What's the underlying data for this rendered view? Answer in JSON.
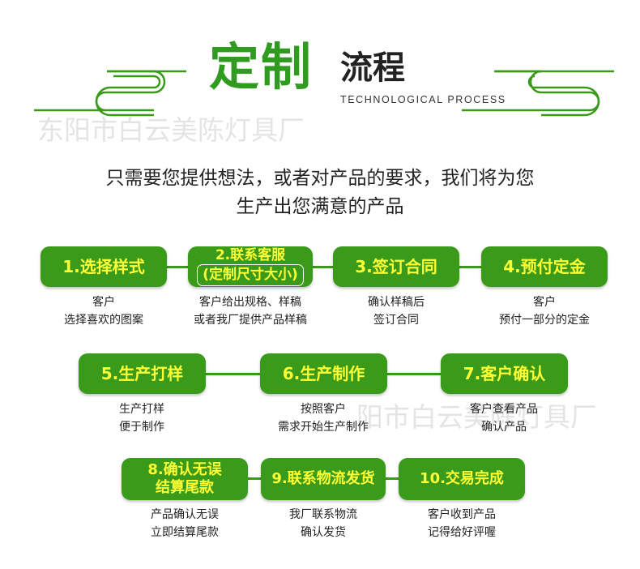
{
  "header": {
    "title_main": "定制",
    "title_sub": "流程",
    "title_en": "TECHNOLOGICAL PROCESS"
  },
  "watermark": {
    "top": "东阳市白云美陈灯具厂",
    "mid": "阳市白云美陈灯具厂"
  },
  "intro": {
    "line1": "只需要您提供想法，或者对产品的要求，我们将为您",
    "line2": "生产出您满意的产品"
  },
  "steps": [
    {
      "label": "1.选择样式",
      "desc": [
        "客户",
        "选择喜欢的图案"
      ]
    },
    {
      "label": "2.联系客服",
      "label2": "(定制尺寸大小)",
      "desc": [
        "客户给出规格、样稿",
        "或者我厂提供产品样稿"
      ]
    },
    {
      "label": "3.签订合同",
      "desc": [
        "确认样稿后",
        "签订合同"
      ]
    },
    {
      "label": "4.预付定金",
      "desc": [
        "客户",
        "预付一部分的定金"
      ]
    },
    {
      "label": "5.生产打样",
      "desc": [
        "生产打样",
        "便于制作"
      ]
    },
    {
      "label": "6.生产制作",
      "desc": [
        "按照客户",
        "需求开始生产制作"
      ]
    },
    {
      "label": "7.客户确认",
      "desc": [
        "客户查看产品",
        "确认产品"
      ]
    },
    {
      "label": "8.确认无误",
      "label2": "结算尾款",
      "desc": [
        "产品确认无误",
        "立即结算尾款"
      ]
    },
    {
      "label": "9.联系物流发货",
      "desc": [
        "我厂联系物流",
        "确认发货"
      ]
    },
    {
      "label": "10.交易完成",
      "desc": [
        "客户收到产品",
        "记得给好评喔"
      ]
    }
  ],
  "colors": {
    "accent_green": "#3a9a1a",
    "title_green": "#2f9b1f",
    "pill_text": "#ffff35"
  }
}
